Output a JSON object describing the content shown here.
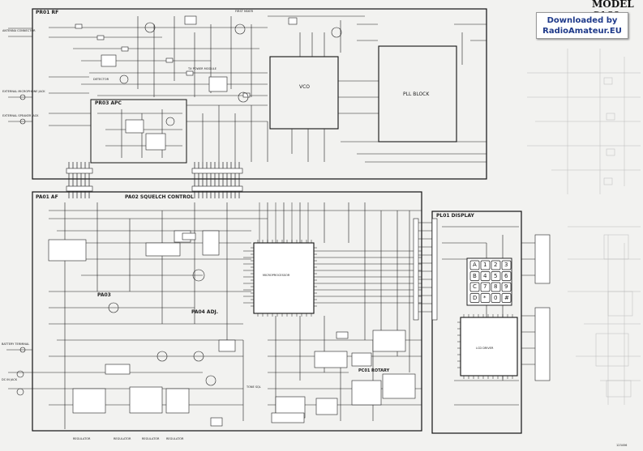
{
  "title": "MODEL C160",
  "badge": {
    "line1": "Downloaded by",
    "line2": "RadioAmateur.EU"
  },
  "blocks": {
    "rf": "PR01 RF",
    "apc": "PR03 APC",
    "vco": "VCO",
    "pll": "PLL BLOCK",
    "af": "PA01 AF",
    "squelch": "PA02 SQUELCH CONTROL",
    "volume": "PA03",
    "adj": "PA04 ADJ.",
    "display": "PL01 DISPLAY",
    "mcu": "MICROPROCESSOR",
    "rotary": "PC01 ROTARY",
    "lcd_driver": "LCD DRIVER",
    "tone": "TONE SQL"
  },
  "labels": {
    "antenna": "ANTENNA CONNECTOR",
    "ext_mic": "EXTERNAL MICROPHONE JACK",
    "ext_speaker": "EXTERNAL SPEAKER JACK",
    "battery": "BATTERY TERMINAL",
    "dc_in": "DC IN JACK",
    "first_mixer": "FIRST MIXER",
    "power_module": "TX POWER MODULE",
    "detector": "DETECTOR",
    "regulators": [
      "REGULATOR",
      "REGULATOR",
      "REGULATOR",
      "REGULATOR"
    ],
    "footnote": "123456"
  },
  "keypad": [
    "A",
    "1",
    "2",
    "3",
    "B",
    "4",
    "5",
    "6",
    "C",
    "7",
    "8",
    "9",
    "D",
    "*",
    "0",
    "#"
  ]
}
